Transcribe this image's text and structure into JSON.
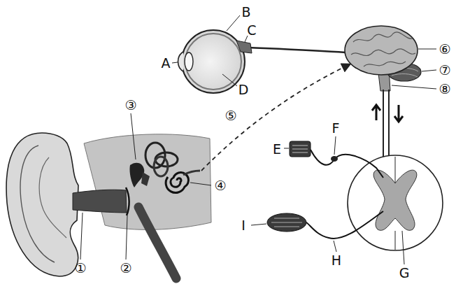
{
  "diagram": {
    "labels": [
      "A",
      "B",
      "C",
      "D",
      "③",
      "⑤",
      "④",
      "①",
      "②",
      "⑥",
      "⑦",
      "⑧",
      "E",
      "F",
      "I",
      "H",
      "G"
    ]
  }
}
